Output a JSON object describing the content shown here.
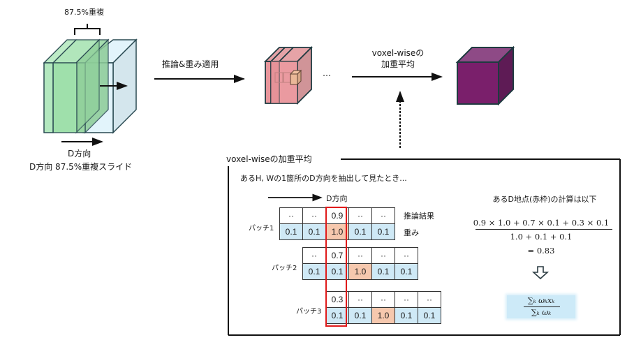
{
  "left_diagram": {
    "overlap_label": "87.5%重複",
    "direction_label": "D方向",
    "caption": "D方向 87.5%重複スライド"
  },
  "step1": {
    "arrow_label": "推論&重み適用"
  },
  "middle": {
    "ellipsis": "…"
  },
  "step2": {
    "arrow_label_line1": "voxel-wiseの",
    "arrow_label_line2": "加重平均"
  },
  "panel": {
    "title": "voxel-wiseの加重平均",
    "intro": "あるH, Wの1箇所のD方向を抽出して見たとき...",
    "direction_label": "D方向",
    "row_labels": {
      "result": "推論結果",
      "weight": "重み"
    },
    "patches": [
      {
        "label": "パッチ1",
        "results": [
          "··",
          "··",
          "0.9",
          "··",
          "··"
        ],
        "weights": [
          "0.1",
          "0.1",
          "1.0",
          "0.1",
          "0.1"
        ]
      },
      {
        "label": "パッチ2",
        "results": [
          "··",
          "0.7",
          "··",
          "··",
          "··"
        ],
        "weights": [
          "0.1",
          "0.1",
          "1.0",
          "0.1",
          "0.1"
        ]
      },
      {
        "label": "パッチ3",
        "results": [
          "0.3",
          "··",
          "··",
          "··",
          "··"
        ],
        "weights": [
          "0.1",
          "0.1",
          "1.0",
          "0.1",
          "0.1"
        ]
      }
    ],
    "calc_title": "あるD地点(赤枠)の計算は以下",
    "calc_numerator": "0.9 × 1.0 + 0.7 × 0.1 + 0.3 × 0.1",
    "calc_denominator": "1.0 + 0.1 + 0.1",
    "calc_result": "= 0.83",
    "general_numerator": "∑ₖ ωₖxₖ",
    "general_denominator": "∑ₖ ωₖ"
  },
  "colors": {
    "input_green": "#9fe0ab",
    "input_blue": "#dff3fb",
    "patch_pink": "#e8969c",
    "output_purple": "#7a1f6b",
    "highlight_red": "#e01a1a",
    "weight_blue": "#cfe9f6",
    "weight_orange": "#f6c8ae",
    "outline": "#1f3a40"
  }
}
